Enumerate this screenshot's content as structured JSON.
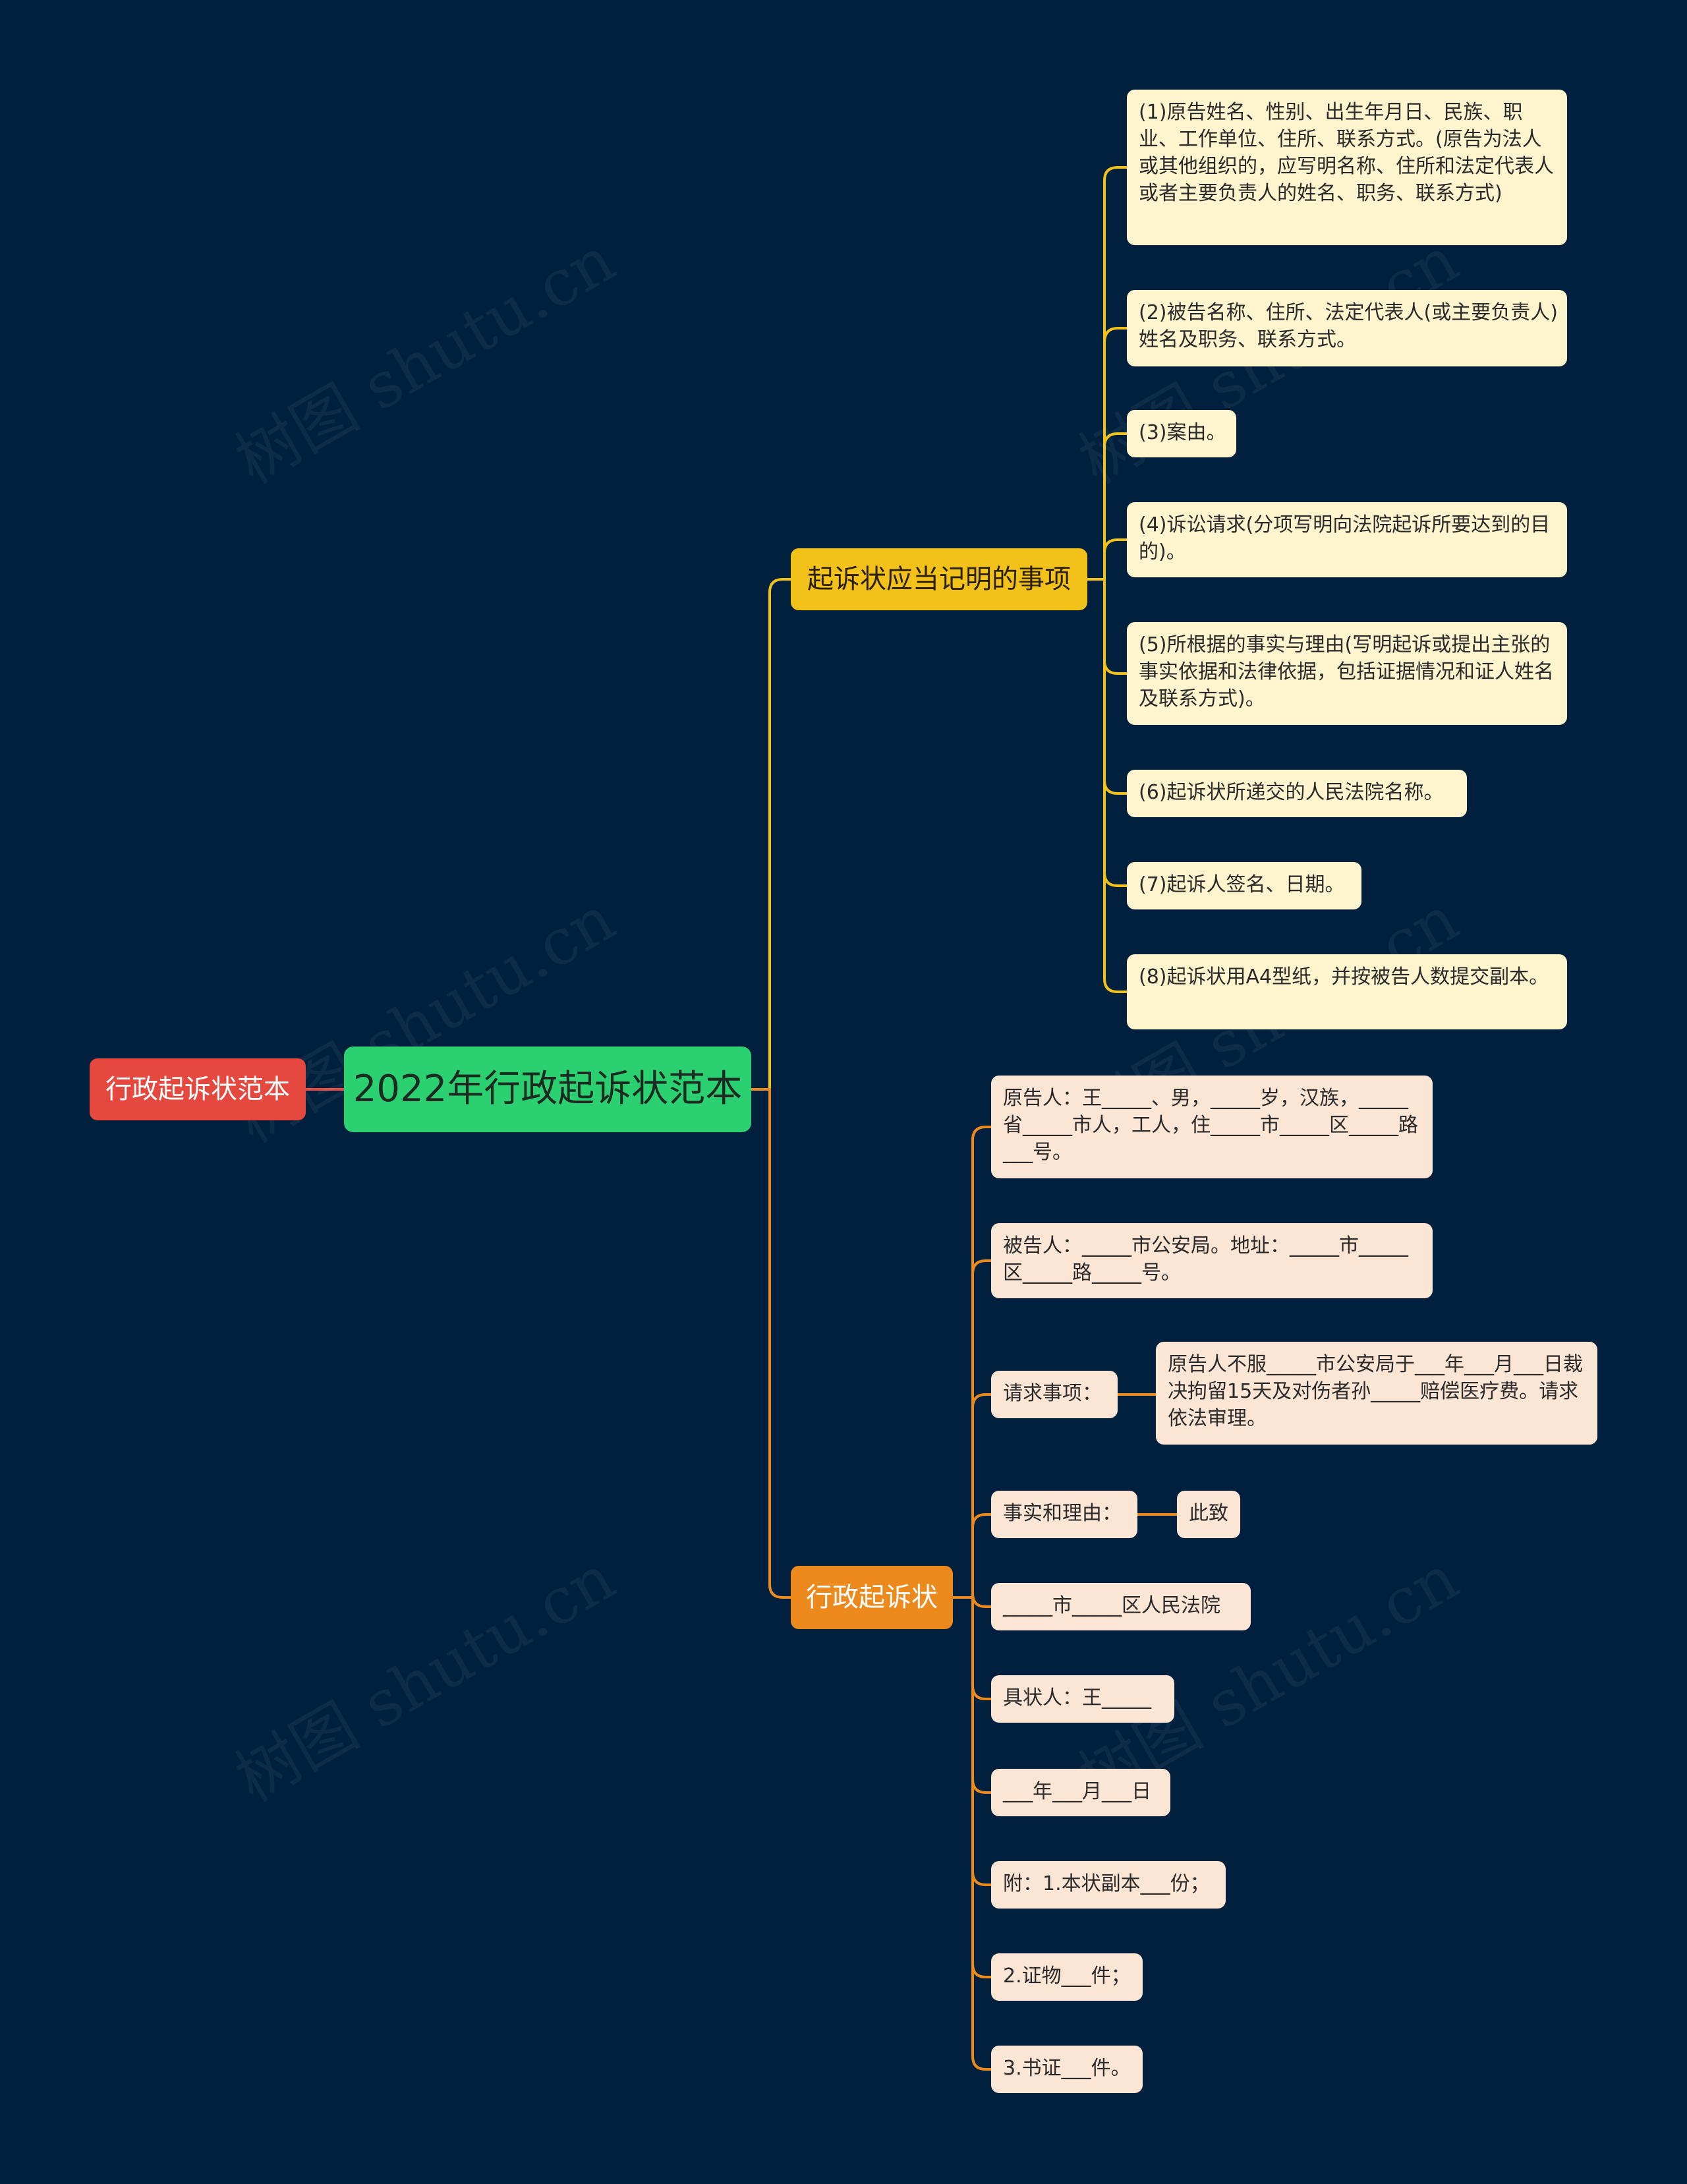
{
  "colors": {
    "background": "#01203D",
    "left_topic": "#E5483E",
    "root": "#2BD171",
    "branch_1": "#F2C21A",
    "branch_2": "#EC8A1E",
    "leaf_yellow": "#FEF4CD",
    "leaf_orange": "#FBE5D4"
  },
  "left_topic": "行政起诉状范本",
  "root": "2022年行政起诉状范本",
  "branch_1": {
    "label": "起诉状应当记明的事项",
    "items": [
      "(1)原告姓名、性别、出生年月日、民族、职业、工作单位、住所、联系方式。(原告为法人或其他组织的，应写明名称、住所和法定代表人或者主要负责人的姓名、职务、联系方式)",
      "(2)被告名称、住所、法定代表人(或主要负责人)姓名及职务、联系方式。",
      "(3)案由。",
      "(4)诉讼请求(分项写明向法院起诉所要达到的目的)。",
      "(5)所根据的事实与理由(写明起诉或提出主张的事实依据和法律依据，包括证据情况和证人姓名及联系方式)。",
      "(6)起诉状所递交的人民法院名称。",
      "(7)起诉人签名、日期。",
      "(8)起诉状用A4型纸，并按被告人数提交副本。"
    ]
  },
  "branch_2": {
    "label": "行政起诉状",
    "items": [
      "原告人：王_____、男，_____岁，汉族，_____省_____市人，工人，住_____市_____区_____路___号。",
      "被告人：_____市公安局。地址：_____市_____区_____路_____号。",
      "请求事项：",
      "事实和理由：",
      "_____市_____区人民法院",
      "具状人：王_____",
      "___年___月___日",
      "附：1.本状副本___份；",
      "2.证物___件；",
      "3.书证___件。"
    ],
    "request_detail": "原告人不服_____市公安局于___年___月___日裁决拘留15天及对伤者孙_____赔偿医疗费。请求依法审理。",
    "facts_detail": "此致"
  },
  "watermark": "树图 shutu.cn"
}
